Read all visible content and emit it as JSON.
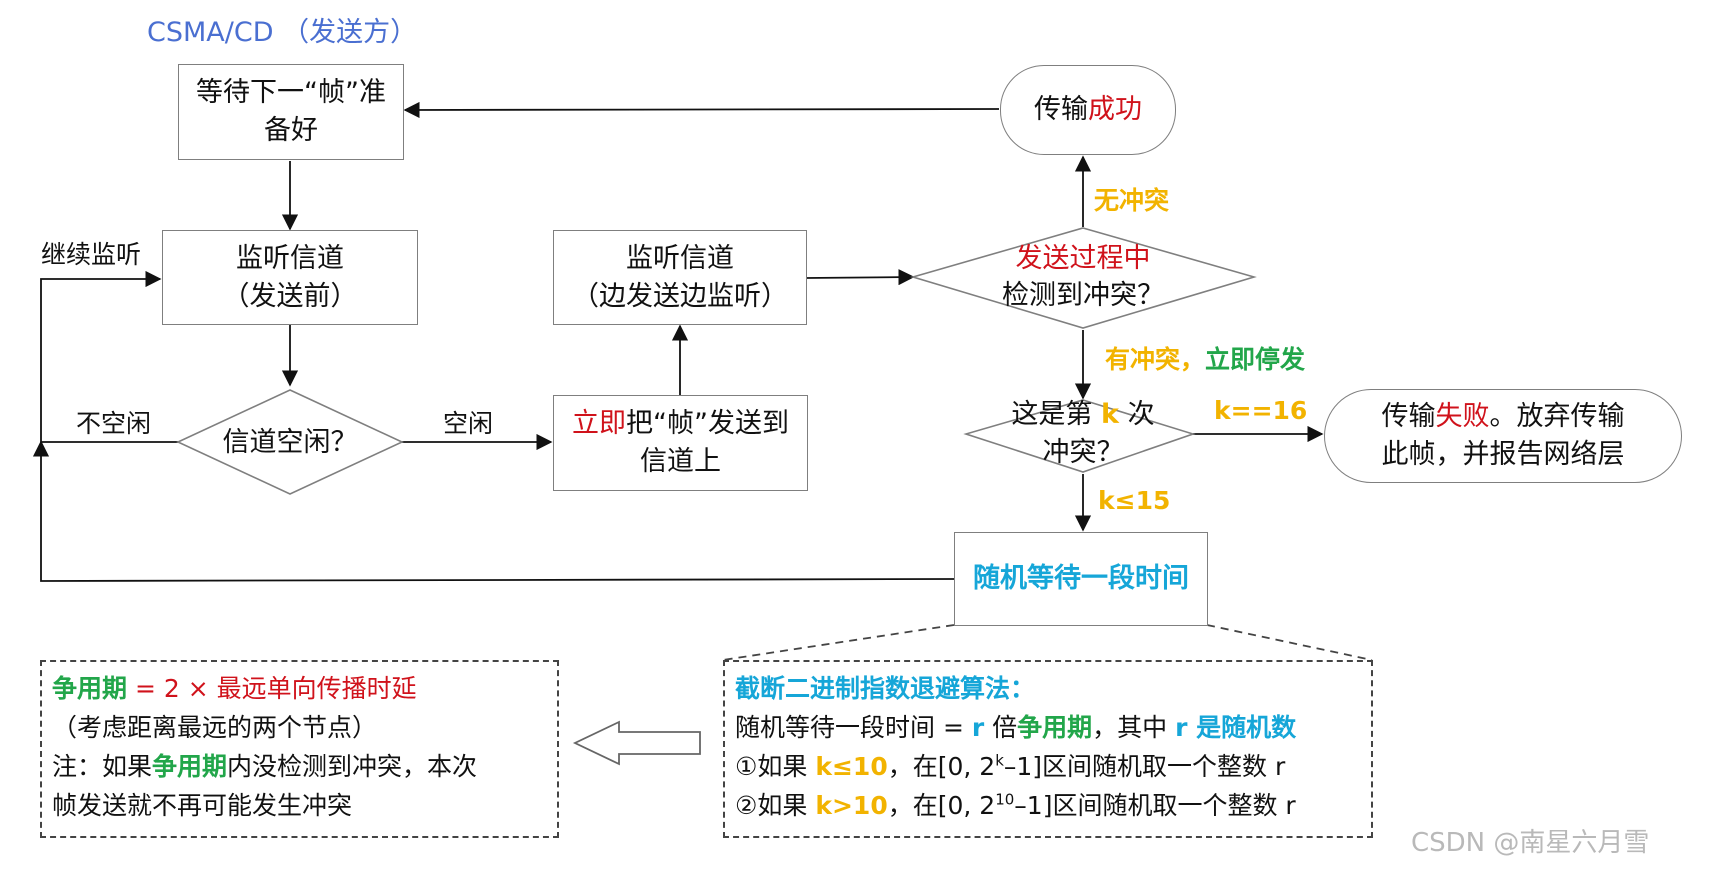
{
  "title": "CSMA/CD （发送方）",
  "nodes": {
    "wait_frame": [
      "等待下一“帧”准",
      "备好"
    ],
    "listen_before": [
      "监听信道",
      "（发送前）"
    ],
    "channel_idle": "信道空闲？",
    "send_now_red": "立即",
    "send_now_rest": "把“帧”发送到",
    "send_now_line2": "信道上",
    "listen_during": [
      "监听信道",
      "（边发送边监听）"
    ],
    "collision_red": "发送过程中",
    "collision_line2": "检测到冲突？",
    "success_pre": "传输",
    "success_red": "成功",
    "kth_pre": "这是第 ",
    "kth_k": "k",
    "kth_post": " 次",
    "kth_line2": "冲突？",
    "fail_pre": "传输",
    "fail_red": "失败",
    "fail_post": "。放弃传输",
    "fail_line2": "此帧，并报告网络层",
    "random_wait": "随机等待一段时间"
  },
  "edge_labels": {
    "keep_listening": "继续监听",
    "busy": "不空闲",
    "idle": "空闲",
    "no_collision": "无冲突",
    "collision_orange": "有冲突，",
    "collision_green": "立即停发",
    "k16": "k==16",
    "k15": "k≤15"
  },
  "backoff_note": {
    "heading": "截断二进制指数退避算法：",
    "line2_pre": "随机等待一段时间 = ",
    "line2_r": "r",
    "line2_mid": " 倍",
    "line2_term": "争用期",
    "line2_post": "，其中 ",
    "line2_r2": "r",
    "line2_tail": " 是随机数",
    "rule1_pre": "①如果 ",
    "rule1_cond": "k≤10",
    "rule1_mid": "，在[0, 2",
    "rule1_exp": "k",
    "rule1_post": "–1]区间随机取一个整数 r",
    "rule2_pre": "②如果 ",
    "rule2_cond": "k>10",
    "rule2_mid": "，在[0, 2",
    "rule2_exp": "10",
    "rule2_post": "–1]区间随机取一个整数 r"
  },
  "contention_note": {
    "term": "争用期",
    "formula": " = 2 × 最远单向传播时延",
    "line2": "（考虑距离最远的两个节点）",
    "line3_pre": "注：如果",
    "line3_term": "争用期",
    "line3_post": "内没检测到冲突，本次",
    "line4": "帧发送就不再可能发生冲突"
  },
  "watermark": "CSDN @南星六月雪",
  "colors": {
    "red": "#d0121b",
    "orange": "#f2b300",
    "green": "#22a64a",
    "cyan": "#16a6d8",
    "blue": "#4a6fd1"
  }
}
